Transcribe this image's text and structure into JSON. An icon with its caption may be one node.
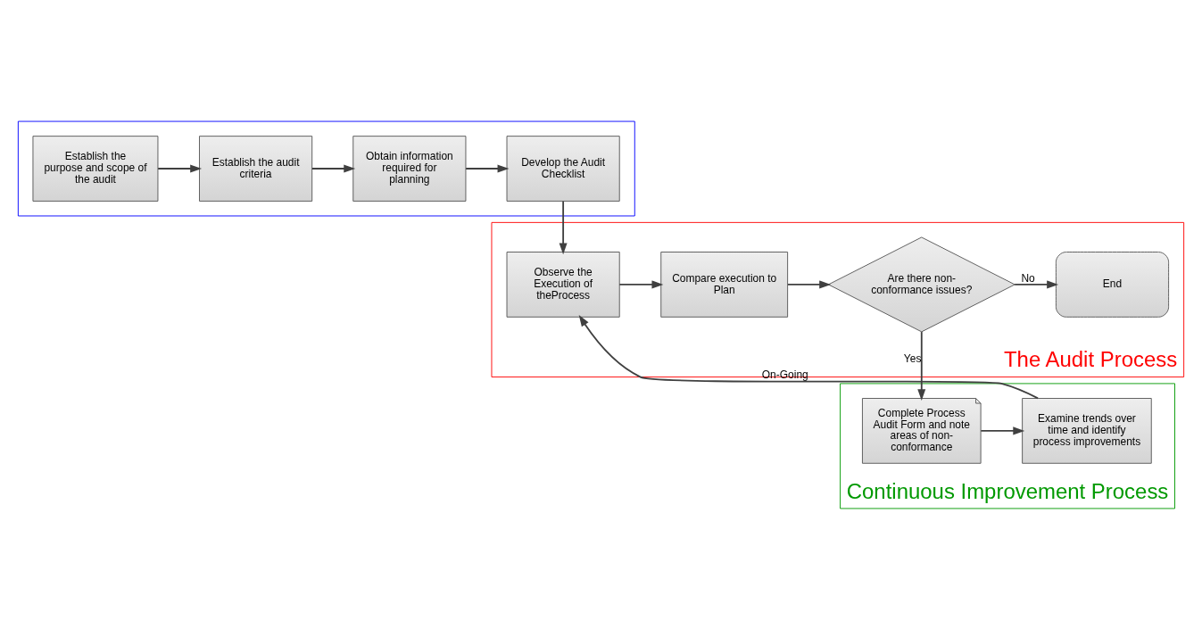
{
  "diagram": {
    "nodes": [
      {
        "text": [],
        "shape": "box"
      },
      {
        "text": [
          "Establish the purpose and scope of the audit"
        ],
        "in": 0
      },
      {
        "text": [
          "Establish the audit criteria"
        ],
        "in": 0
      },
      {
        "text": [
          "Obtain information required for planning"
        ],
        "in": 0
      },
      {
        "text": [
          "Develop the Audit Checklist"
        ],
        "in": 0
      },
      {
        "text": [
          "The Audit Process"
        ]
      },
      {
        "text": [
          "Observe the Execution of theProcess"
        ],
        "in": 5
      },
      {
        "text": [
          "Compare execution to Plan"
        ],
        "in": 5
      },
      {
        "text": [
          "Are there non-conformance issues?"
        ],
        "in": 5
      },
      {
        "text": [
          "End"
        ],
        "in": 5
      },
      {
        "text": [
          "Continuous Improvement Process"
        ]
      },
      {
        "text": [
          "Examine trends over time and identify process improvements"
        ],
        "in": 10
      },
      {
        "text": [
          "Complete Process Audit Form and note areas of non-conformance"
        ],
        "in": 10
      }
    ],
    "edges": [
      {
        "from": 1,
        "to": 2,
        "arrow": "to"
      },
      {
        "from": 2,
        "to": 3,
        "arrow": "to"
      },
      {
        "from": 3,
        "to": 4,
        "arrow": "to"
      },
      {
        "from": 4,
        "to": 6,
        "arrow": "to"
      },
      {
        "from": 6,
        "to": 7,
        "arrow": "to"
      },
      {
        "from": 7,
        "to": 8,
        "arrow": "to"
      },
      {
        "from": 8,
        "to": 9,
        "arrow": "to",
        "label": "No"
      },
      {
        "from": 8,
        "to": 12,
        "arrow": "to",
        "label": "Yes"
      },
      {
        "from": 12,
        "to": 11,
        "arrow": "to"
      },
      {
        "from": 11,
        "to": 6,
        "arrow": "to",
        "label": "On-Going"
      }
    ]
  }
}
